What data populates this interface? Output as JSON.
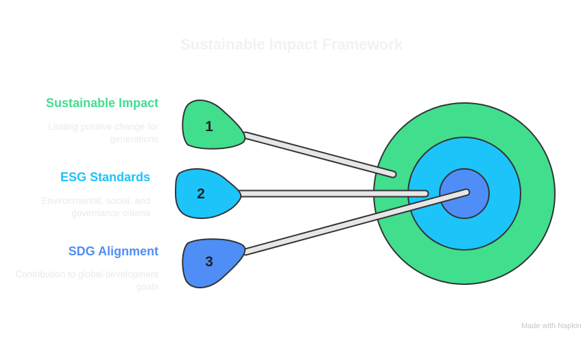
{
  "title": "Sustainable Impact Framework",
  "items": [
    {
      "number": "1",
      "label": "Sustainable Impact",
      "description": "Lasting positive change for generations",
      "color": "#41DE8E"
    },
    {
      "number": "2",
      "label": "ESG Standards",
      "description": "Environmental, social, and governance criteria",
      "color": "#1CC4FA"
    },
    {
      "number": "3",
      "label": "SDG Alignment",
      "description": "Contribution to global development goals",
      "color": "#4F8EF7"
    }
  ],
  "target_colors": {
    "outer": "#41DE8E",
    "middle": "#1CC4FA",
    "inner": "#4F8EF7"
  },
  "credit": "Made with Napkin"
}
